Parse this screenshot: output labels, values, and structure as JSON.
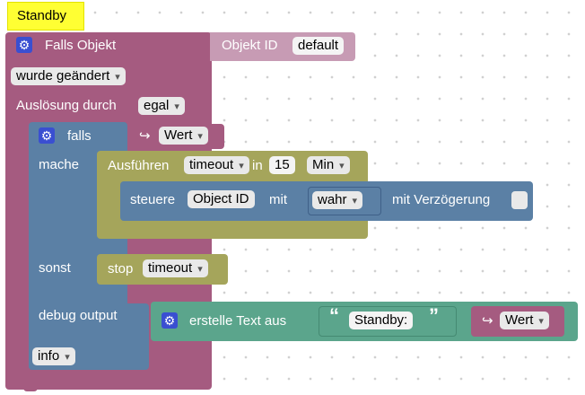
{
  "label_standby": "Standby",
  "colors": {
    "event": "#a55b80",
    "event_light": "#c79bb4",
    "logic": "#5b80a5",
    "timer": "#a5a55b",
    "text": "#5ba58c",
    "comment": "#ffff33",
    "gear": "#3a4fd1"
  },
  "trigger": {
    "falls_objekt": "Falls Objekt",
    "objekt_id_label": "Objekt ID",
    "objekt_id_value": "default",
    "change_dropdown": "wurde geändert",
    "ausloesung_label": "Auslösung durch",
    "ausloesung_value": "egal"
  },
  "if_block": {
    "falls": "falls",
    "condition_value": "Wert",
    "mache": "mache",
    "sonst": "sonst"
  },
  "timeout_block": {
    "ausfuehren": "Ausführen",
    "timeout_var": "timeout",
    "in": "in",
    "amount": "15",
    "unit": "Min"
  },
  "control_block": {
    "steuere": "steuere",
    "object_id": "Object ID",
    "mit": "mit",
    "value": "wahr",
    "delay_label": "mit Verzögerung"
  },
  "stop_block": {
    "stop": "stop",
    "timeout_var": "timeout"
  },
  "debug_block": {
    "debug_output": "debug output",
    "level": "info",
    "create_text": "erstelle Text aus",
    "quote_open": "“",
    "text_value": "Standby:",
    "quote_close": "”",
    "wert": "Wert"
  },
  "icons": {
    "gear": "gear-icon",
    "arrow": "return-arrow-icon"
  }
}
